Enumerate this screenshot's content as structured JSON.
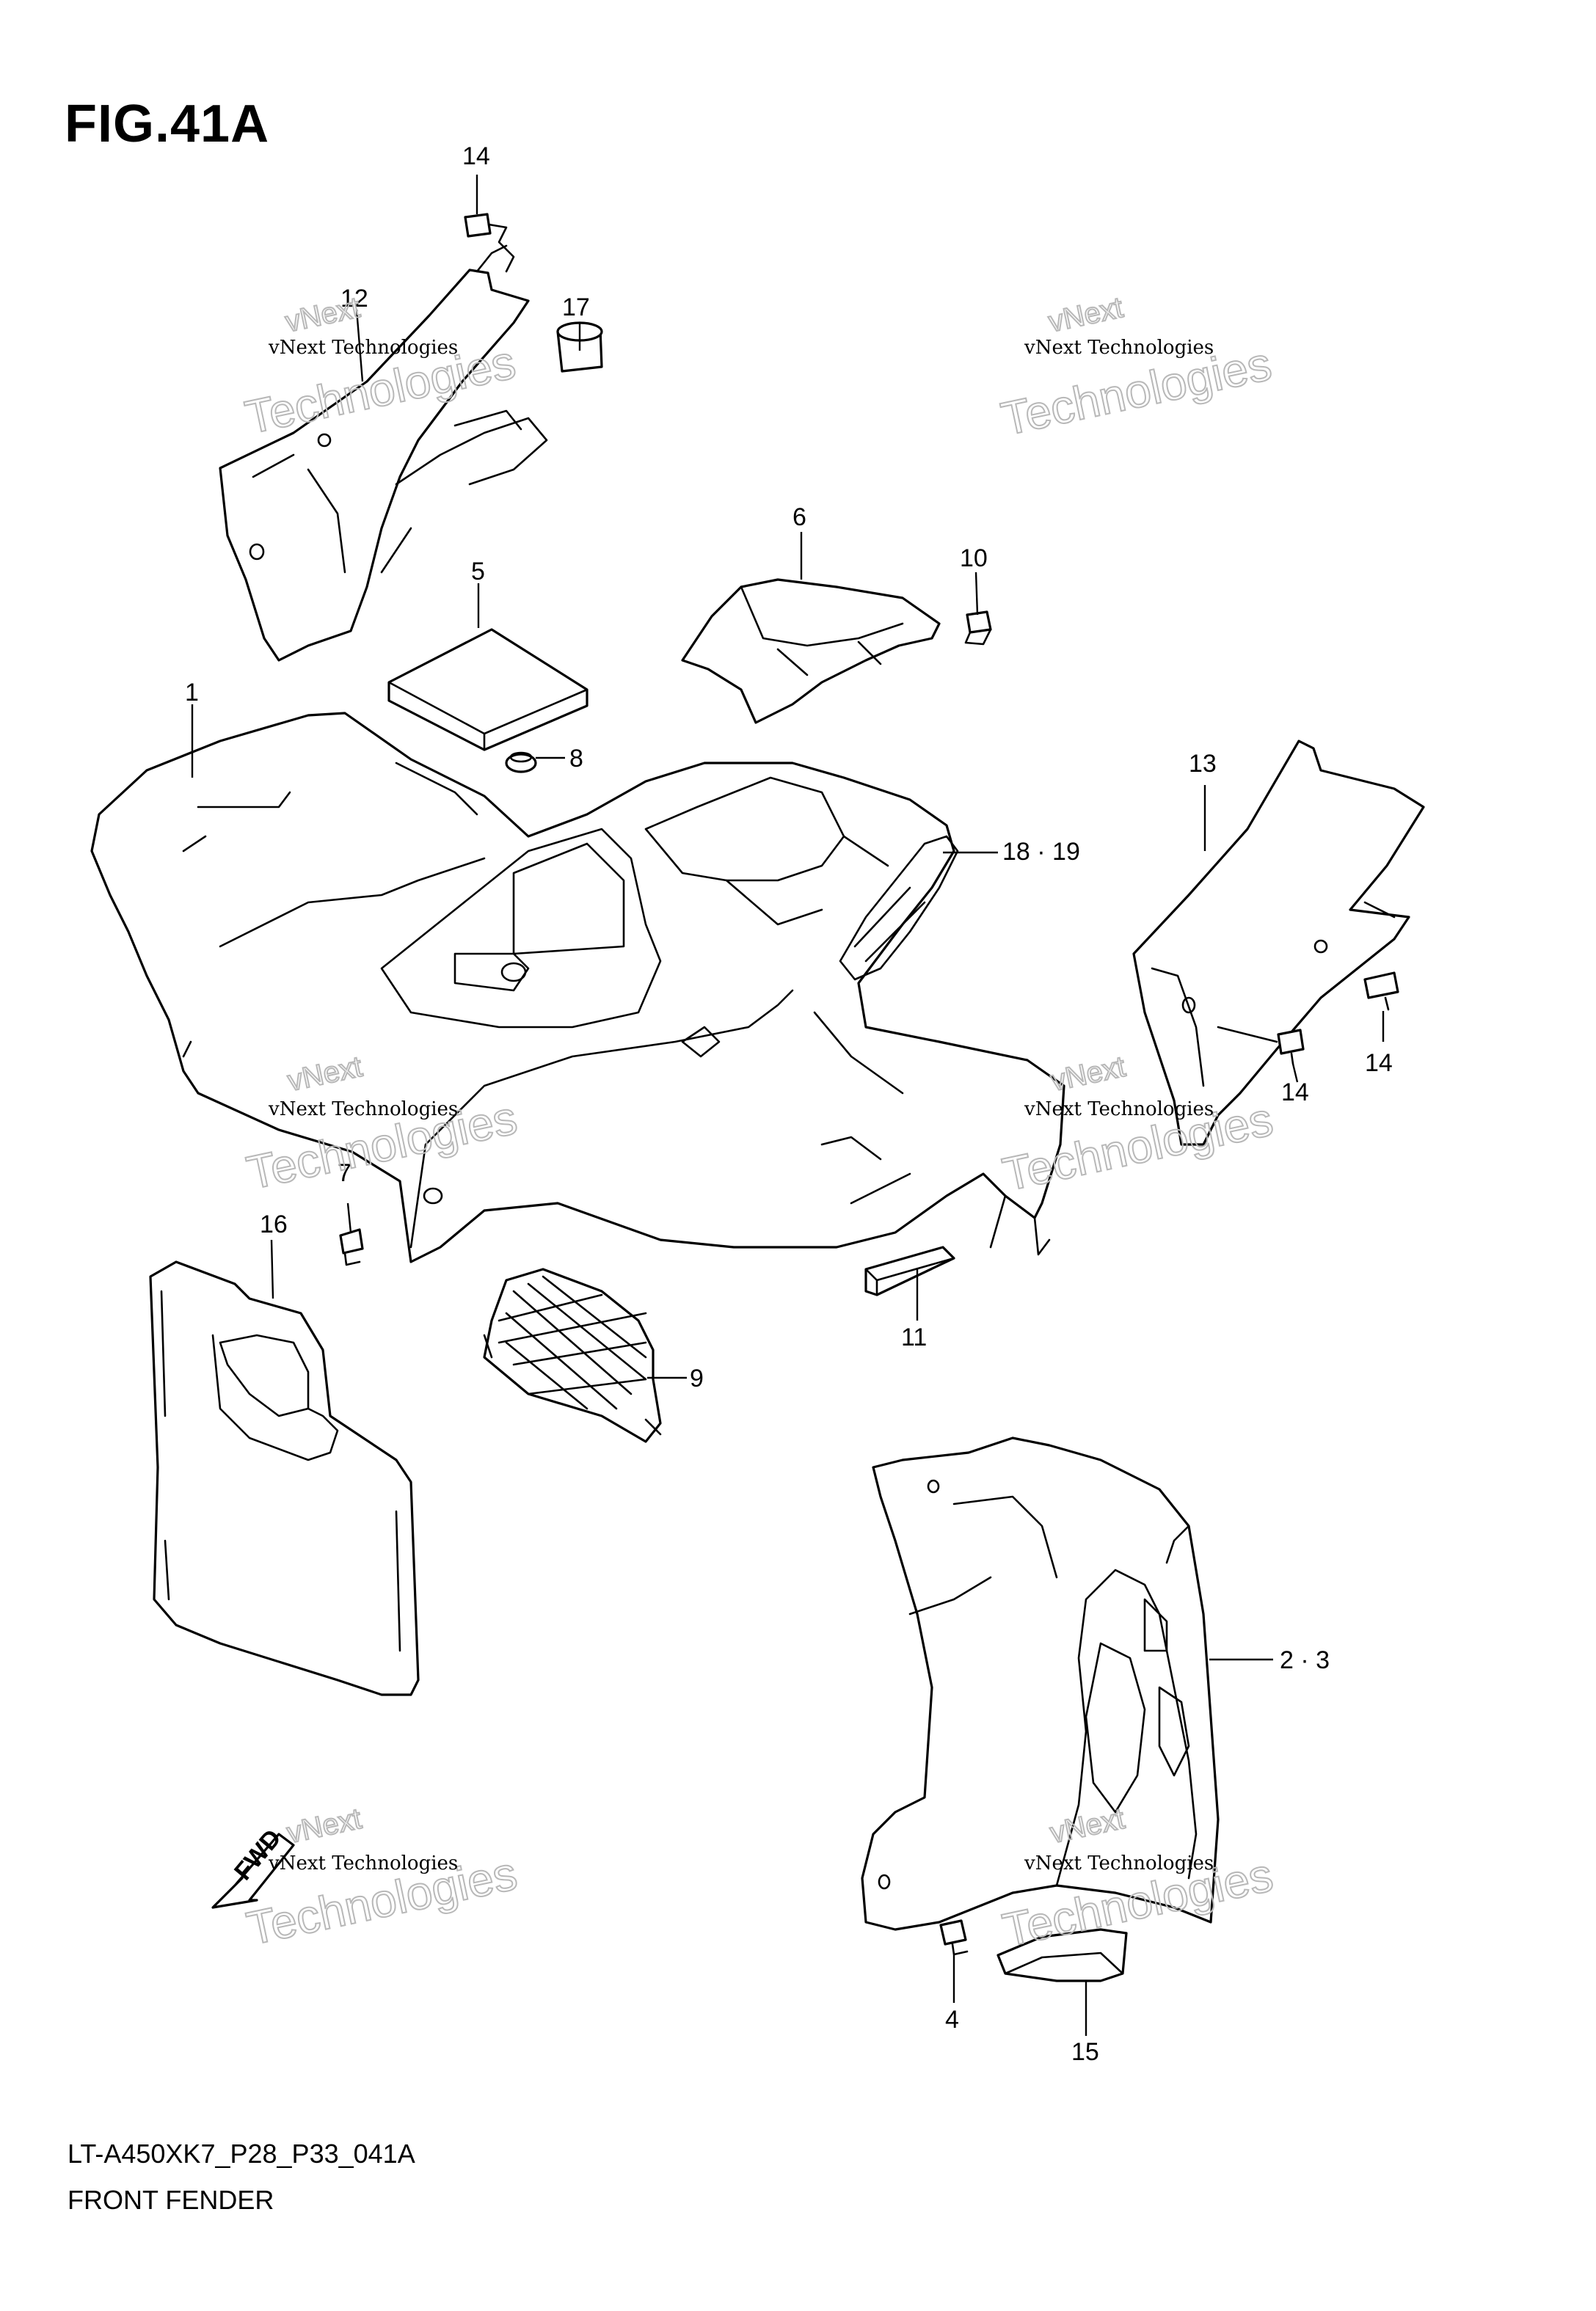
{
  "figure": {
    "title": "FIG.41A"
  },
  "footer": {
    "model_code": "LT-A450XK7_P28_P33_041A",
    "section_name": "FRONT FENDER"
  },
  "watermark": {
    "line1": "vNext",
    "line2": "vNext Technologies",
    "line3": "Technologies"
  },
  "fwd_label": "FWD",
  "callouts": [
    {
      "id": "1",
      "label": "1"
    },
    {
      "id": "2-3",
      "label": "2 · 3"
    },
    {
      "id": "4",
      "label": "4"
    },
    {
      "id": "5",
      "label": "5"
    },
    {
      "id": "6",
      "label": "6"
    },
    {
      "id": "7",
      "label": "7"
    },
    {
      "id": "8",
      "label": "8"
    },
    {
      "id": "9",
      "label": "9"
    },
    {
      "id": "10",
      "label": "10"
    },
    {
      "id": "11",
      "label": "11"
    },
    {
      "id": "12",
      "label": "12"
    },
    {
      "id": "13",
      "label": "13"
    },
    {
      "id": "14a",
      "label": "14"
    },
    {
      "id": "14b",
      "label": "14"
    },
    {
      "id": "14c",
      "label": "14"
    },
    {
      "id": "15",
      "label": "15"
    },
    {
      "id": "16",
      "label": "16"
    },
    {
      "id": "17",
      "label": "17"
    },
    {
      "id": "18-19",
      "label": "18 · 19"
    }
  ]
}
